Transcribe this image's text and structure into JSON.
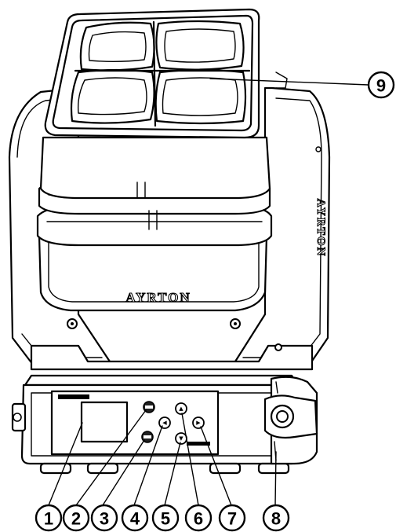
{
  "brand": {
    "front_logo": "AYRTON",
    "side_logo": "AYRTON"
  },
  "buttons": {
    "up": "▲",
    "down": "▼",
    "left": "◀",
    "right": "▶"
  },
  "callouts": [
    "1",
    "2",
    "3",
    "4",
    "5",
    "6",
    "7",
    "8",
    "9"
  ]
}
